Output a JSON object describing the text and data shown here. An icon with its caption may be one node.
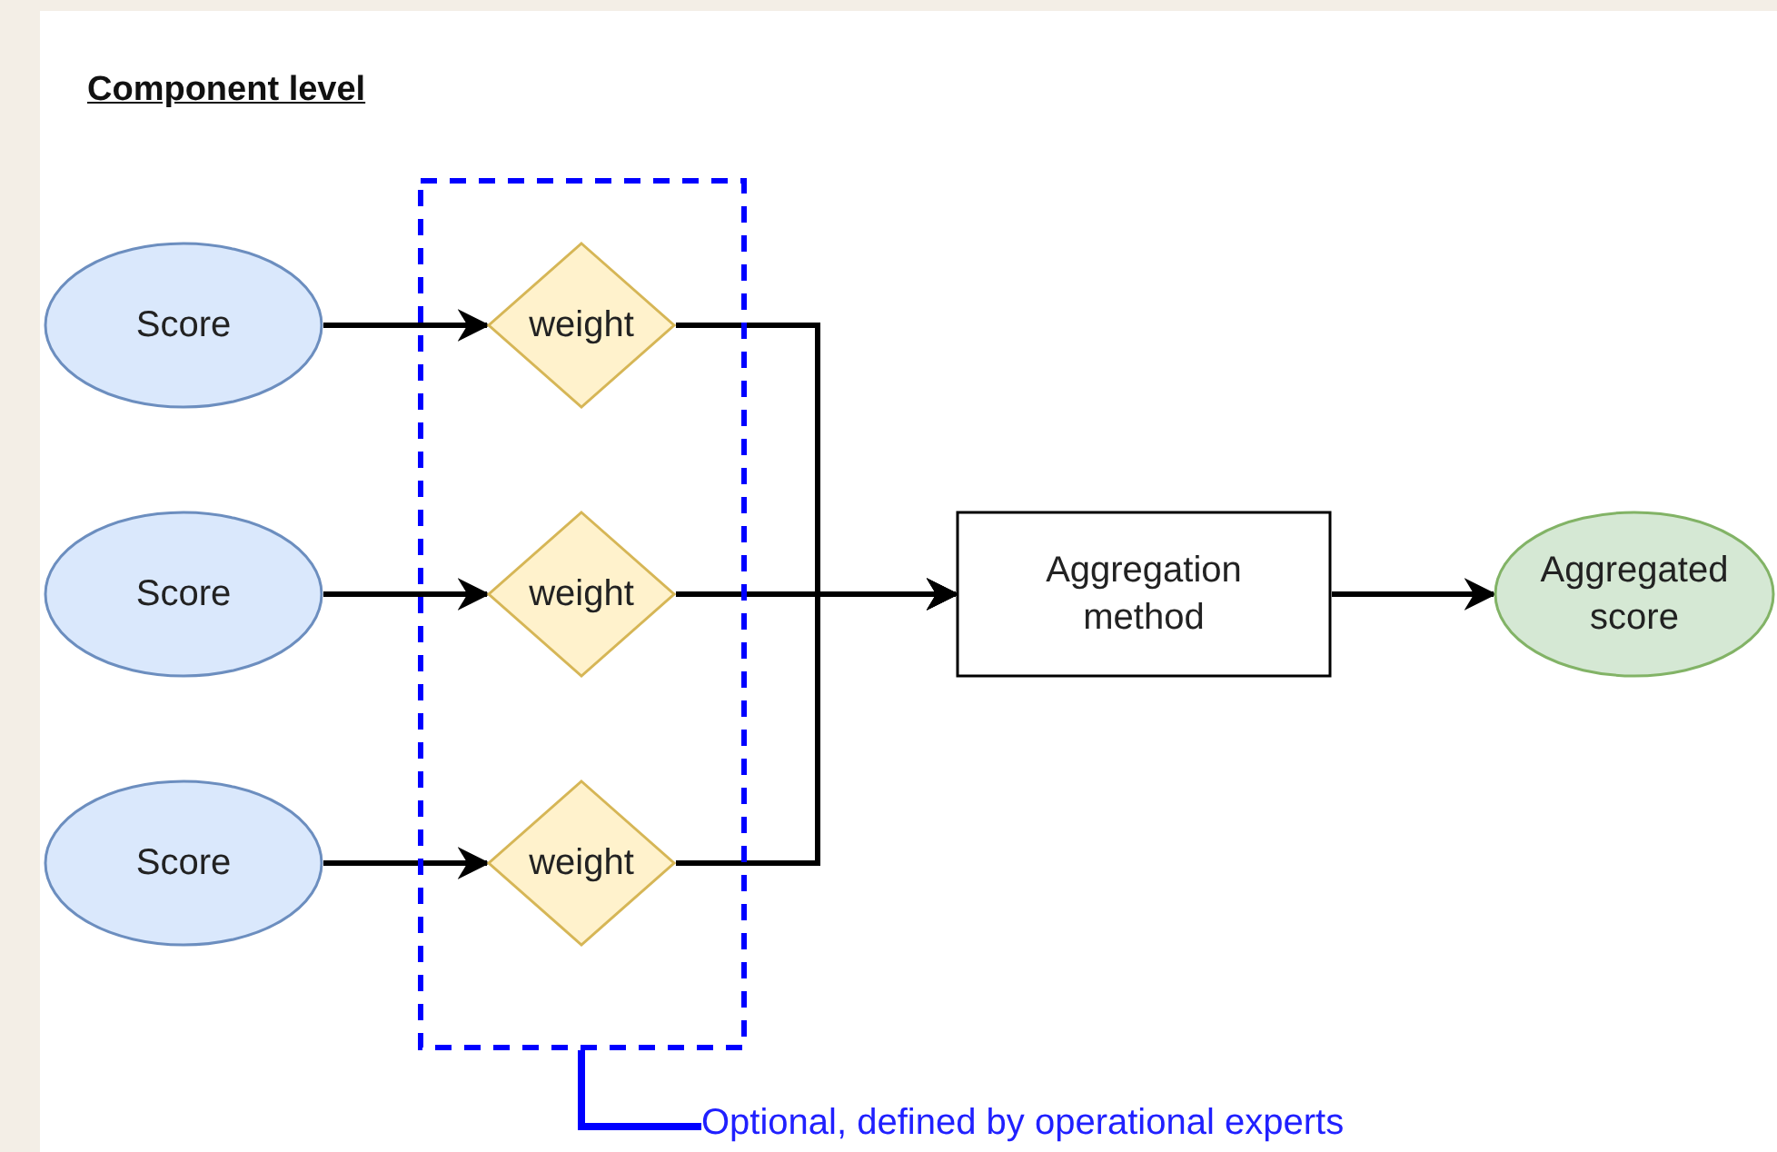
{
  "diagram": {
    "title": "Component level",
    "nodes": [
      {
        "text": [
          "Score"
        ]
      },
      {
        "text": [
          "Score"
        ]
      },
      {
        "text": [
          "Score"
        ]
      },
      {
        "text": [],
        "shape": "box"
      },
      {
        "text": [
          "weight"
        ],
        "in": 3
      },
      {
        "text": [
          "weight"
        ],
        "in": 3
      },
      {
        "text": [
          "weight"
        ],
        "in": 3
      },
      {
        "text": [
          "Aggregation method"
        ]
      },
      {
        "text": [
          "Aggregated score"
        ]
      },
      {
        "text": [
          "Optional, defined by operational experts"
        ]
      }
    ],
    "edges": [
      {
        "from": 0,
        "to": 4,
        "arrow": "to"
      },
      {
        "from": 1,
        "to": 5,
        "arrow": "to"
      },
      {
        "from": 2,
        "to": 6,
        "arrow": "to"
      },
      {
        "from": 4,
        "to": 7,
        "arrow": "to"
      },
      {
        "from": 5,
        "to": 7,
        "arrow": "to"
      },
      {
        "from": 6,
        "to": 7,
        "arrow": "to"
      },
      {
        "from": 7,
        "to": 8,
        "arrow": "to"
      },
      {
        "from": 9,
        "to": 3,
        "arrow": "none",
        "color": "#0000ff"
      }
    ]
  }
}
